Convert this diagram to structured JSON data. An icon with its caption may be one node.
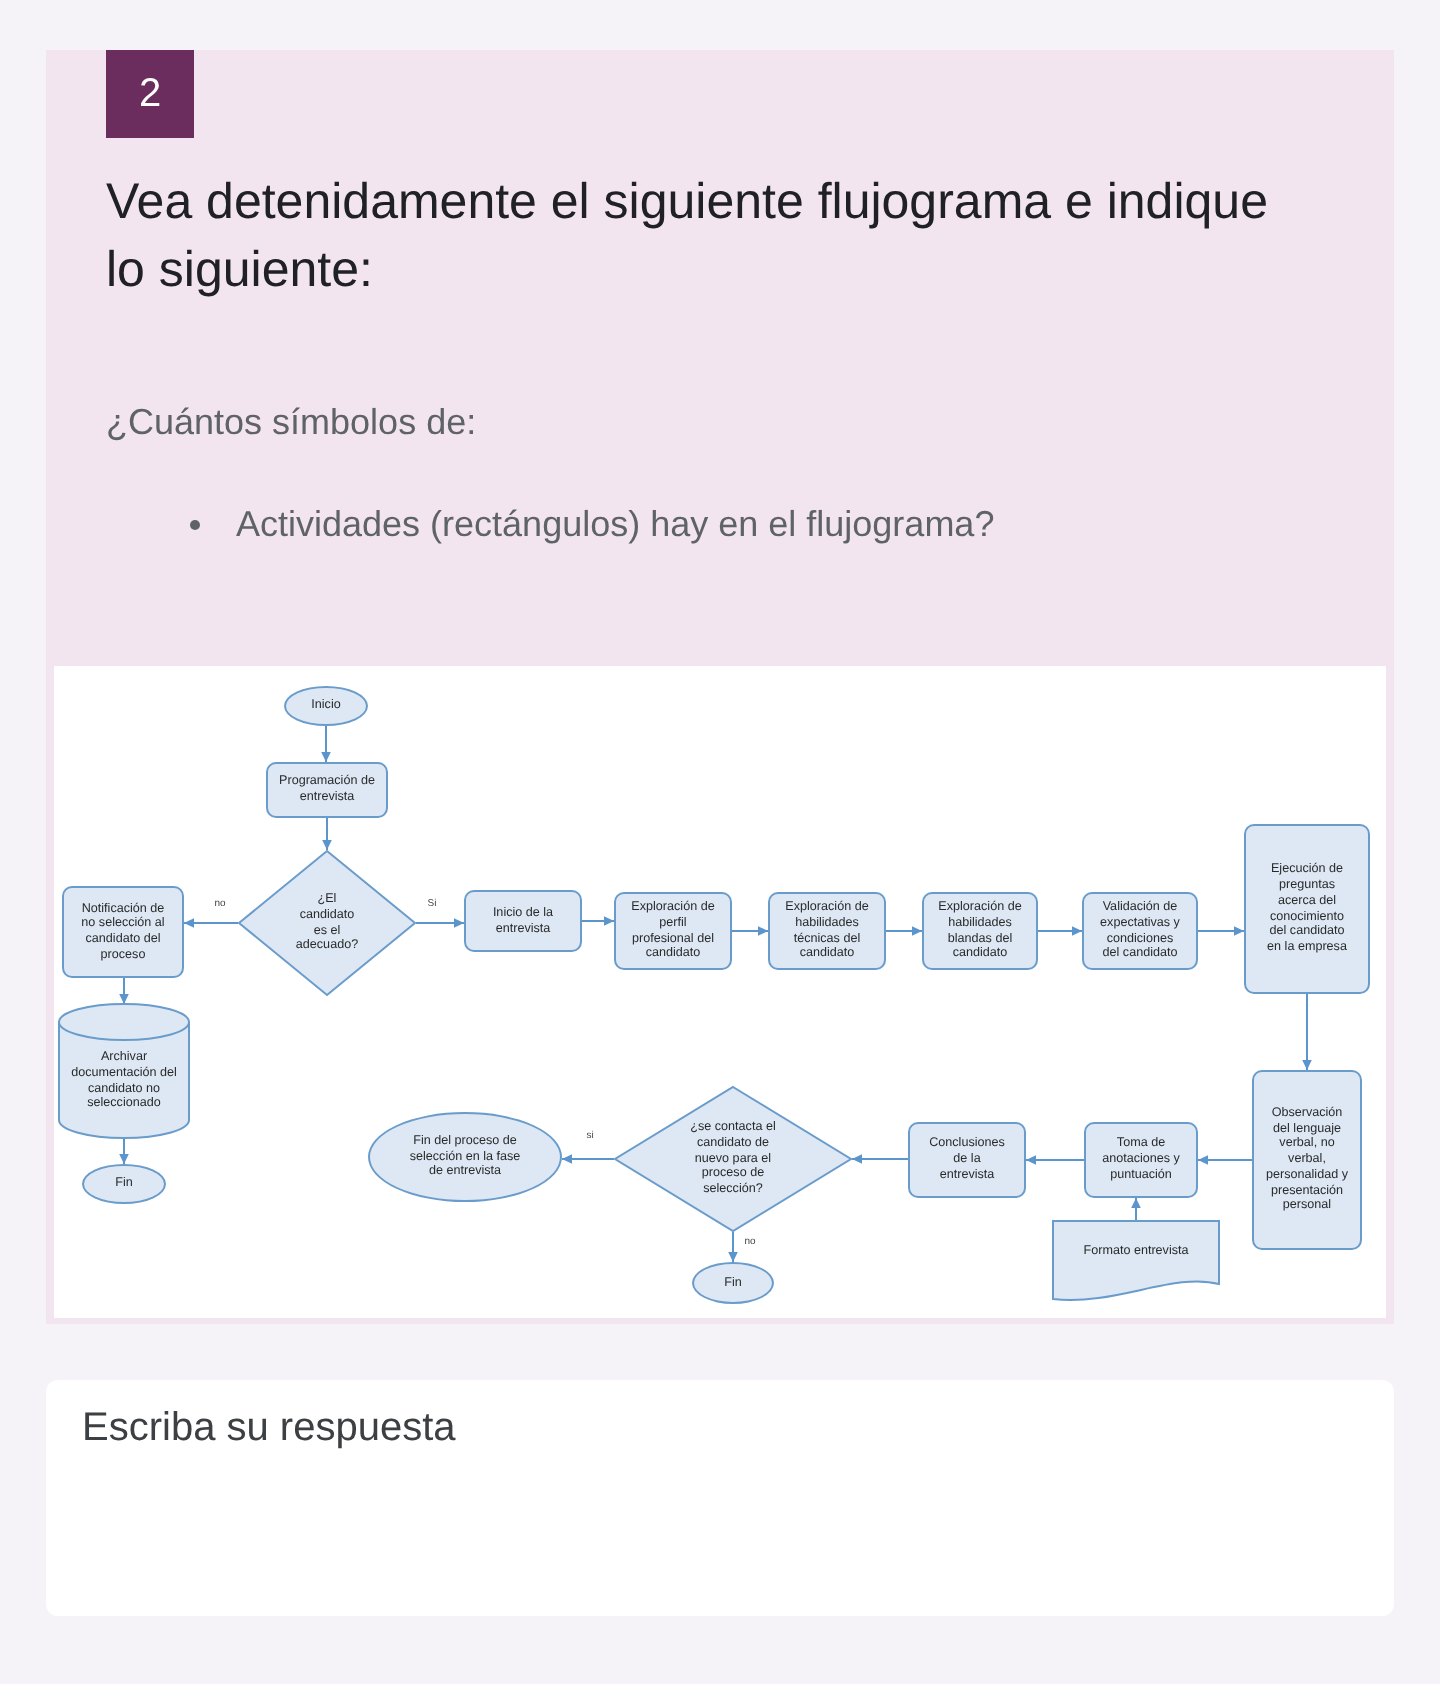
{
  "diagram": {
    "nodes": [
      {
        "text": [
          "Inicio"
        ]
      },
      {
        "text": [
          "Programación de entrevista"
        ]
      },
      {
        "text": [
          "¿El candidato es el adecuado?"
        ]
      },
      {
        "text": [
          "Notificación de no selección al candidato del proceso"
        ]
      },
      {
        "text": [
          "Inicio de la entrevista"
        ]
      },
      {
        "text": [
          "Exploración de perfil profesional del candidato"
        ]
      },
      {
        "text": [
          "Exploración de habilidades técnicas del candidato"
        ]
      },
      {
        "text": [
          "Exploración de habilidades blandas del candidato"
        ]
      },
      {
        "text": [
          "Validación de expectativas y condiciones del candidato"
        ]
      },
      {
        "text": [
          "Ejecución de preguntas acerca del conocimiento del candidato en la empresa"
        ]
      },
      {
        "text": [
          "Archivar documentación del candidato no seleccionado"
        ]
      },
      {
        "text": [
          "Fin del proceso de selección en la fase de entrevista"
        ]
      },
      {
        "text": [
          "¿se contacta el candidato de nuevo para el proceso de selección?"
        ]
      },
      {
        "text": [
          "Conclusiones de la entrevista"
        ]
      },
      {
        "text": [
          "Toma de anotaciones y puntuación"
        ]
      },
      {
        "text": [
          "Observación del lenguaje verbal, no verbal, personalidad y presentación personal"
        ]
      },
      {
        "text": [
          "Fin"
        ]
      },
      {
        "text": [
          "Fin"
        ]
      },
      {
        "text": [
          "Formato entrevista"
        ]
      }
    ],
    "edges": [
      {
        "from": 0,
        "to": 1,
        "arrow": "to"
      },
      {
        "from": 1,
        "to": 2,
        "arrow": "to"
      },
      {
        "from": 2,
        "to": 3,
        "arrow": "to",
        "label": "no"
      },
      {
        "from": 2,
        "to": 4,
        "arrow": "to",
        "label": "Si"
      },
      {
        "from": 4,
        "to": 5,
        "arrow": "to"
      },
      {
        "from": 5,
        "to": 6,
        "arrow": "to"
      },
      {
        "from": 6,
        "to": 7,
        "arrow": "to"
      },
      {
        "from": 7,
        "to": 8,
        "arrow": "to"
      },
      {
        "from": 8,
        "to": 9,
        "arrow": "to"
      },
      {
        "from": 9,
        "to": 15,
        "arrow": "to"
      },
      {
        "from": 15,
        "to": 14,
        "arrow": "to"
      },
      {
        "from": 14,
        "to": 13,
        "arrow": "to"
      },
      {
        "from": 13,
        "to": 12,
        "arrow": "to"
      },
      {
        "from": 12,
        "to": 11,
        "arrow": "to",
        "label": "si"
      },
      {
        "from": 12,
        "to": 17,
        "arrow": "to",
        "label": "no"
      },
      {
        "from": 18,
        "to": 14,
        "arrow": "to"
      },
      {
        "from": 3,
        "to": 10,
        "arrow": "to"
      },
      {
        "from": 10,
        "to": 16,
        "arrow": "to"
      }
    ],
    "labels": [
      "2",
      "Vea detenidamente el siguiente flujograma e indique lo siguiente:",
      "¿Cuántos símbolos de:",
      "Actividades (rectángulos) hay en el flujograma?",
      "Escriba su respuesta"
    ]
  }
}
